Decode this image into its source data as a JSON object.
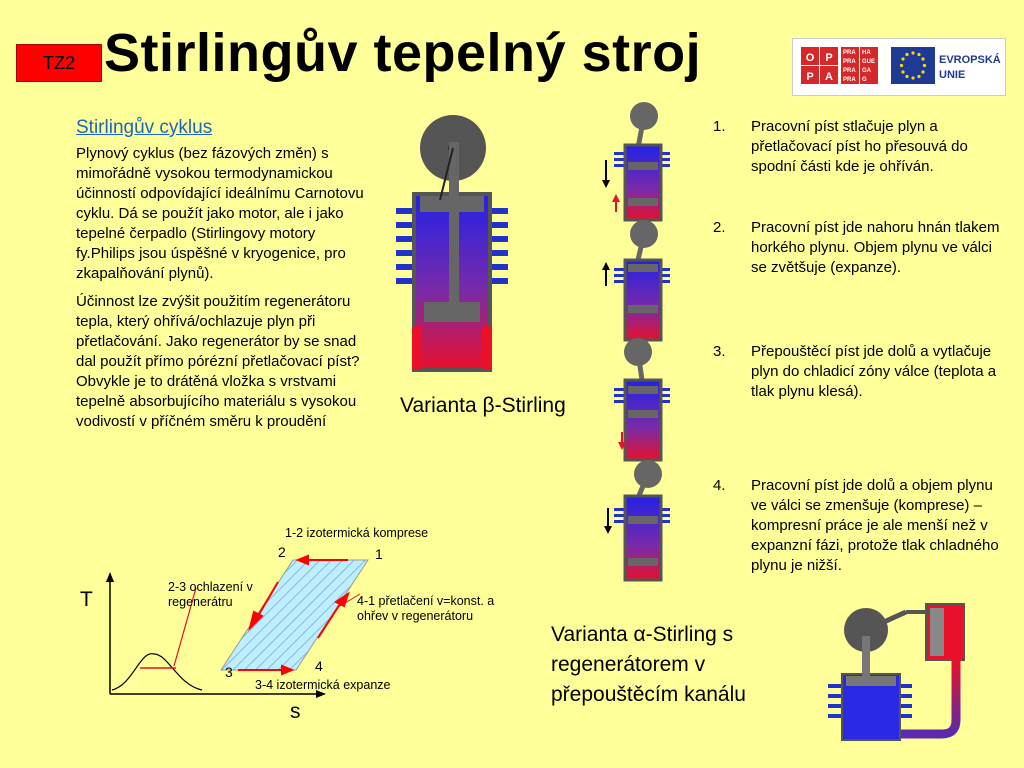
{
  "header": {
    "tag": "TZ2",
    "title": "Stirlingův tepelný stroj",
    "logo": {
      "oppa_letters": [
        "O",
        "P",
        "P",
        "A"
      ],
      "stripes": [
        "PRA",
        "HA",
        "PRA",
        "GUE",
        "PRA",
        "GA",
        "PRA",
        "G"
      ],
      "eu_text_line1": "EVROPSKÁ",
      "eu_text_line2": "UNIE",
      "colors": {
        "oppa_red": "#D62828",
        "eu_blue": "#1F3A93",
        "eu_star": "#FFD700"
      }
    }
  },
  "left": {
    "heading": "Stirlingův cyklus",
    "para1": "Plynový cyklus (bez fázových změn) s mimořádně vysokou termodynamickou účinností odpovídající ideálnímu Carnotovu cyklu. Dá se použít jako motor, ale i jako tepelné čerpadlo (Stirlingovy motory fy.Philips jsou úspěšné v kryogenice, pro zkapalňování plynů).",
    "para2": "Účinnost lze zvýšit použitím regenerátoru tepla, který ohřívá/ochlazuje plyn při přetlačování. Jako regenerátor by se snad dal použít přímo pórézní přetlačovací píst? Obvykle je to drátěná vložka s vrstvami tepelně absorbujícího materiálu s vysokou vodivostí v příčném směru k proudění"
  },
  "beta_label": "Varianta β-Stirling",
  "alpha_label": {
    "prefix": "Varianta ",
    "symbol": "α",
    "rest": "-Stirling s regenerátorem v přepouštěcím kanálu"
  },
  "steps": [
    {
      "num": "1.",
      "text": "Pracovní píst stlačuje plyn a přetlačovací píst ho přesouvá do spodní části kde je ohříván."
    },
    {
      "num": "2.",
      "text": "Pracovní píst jde nahoru hnán tlakem horkého plynu. Objem plynu ve válci se zvětšuje (expanze)."
    },
    {
      "num": "3.",
      "text": "Přepouštěcí píst jde dolů a vytlačuje plyn do chladicí zóny válce (teplota a tlak plynu klesá)."
    },
    {
      "num": "4.",
      "text": "Pracovní píst jde dolů a objem plynu ve válci se zmenšuje (komprese) – kompresní práce je ale menší než v expanzní fázi, protože tlak chladného plynu je nižší."
    }
  ],
  "diagram": {
    "axis_t": "T",
    "axis_s": "s",
    "point_labels": [
      "1",
      "2",
      "3",
      "4"
    ],
    "label_12": "1-2 izotermická komprese",
    "label_23": "2-3 ochlazení v regenerátru",
    "label_34": "3-4 izotermická expanze",
    "label_41": "4-1 přetlačení v=konst. a ohřev v regenerátoru",
    "colors": {
      "arrow": "#FF0000",
      "fill": "#BFEFFF",
      "hatch": "#7FB8E8"
    }
  },
  "engine_colors": {
    "hot": "#E8102A",
    "cold": "#1E1EE0",
    "body": "#555555",
    "fin": "#2233CC"
  }
}
